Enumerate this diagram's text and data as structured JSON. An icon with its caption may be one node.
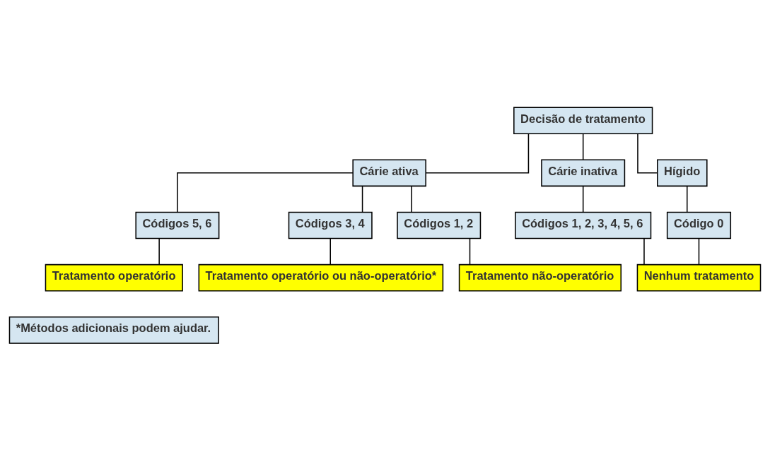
{
  "diagram": {
    "nodes": [
      {
        "text": [
          "Decisão de tratamento"
        ]
      },
      {
        "text": [
          "Cárie ativa"
        ]
      },
      {
        "text": [
          "Cárie inativa"
        ]
      },
      {
        "text": [
          "Hígido"
        ]
      },
      {
        "text": [
          "Códigos 5, 6"
        ]
      },
      {
        "text": [
          "Códigos 3, 4"
        ]
      },
      {
        "text": [
          "Códigos 1, 2"
        ]
      },
      {
        "text": [
          "Códigos 1, 2, 3, 4, 5, 6"
        ]
      },
      {
        "text": [
          "Código 0"
        ]
      },
      {
        "text": [
          "Tratamento operatório"
        ]
      },
      {
        "text": [
          "Tratamento operatório ou não-operatório*"
        ]
      },
      {
        "text": [
          "Tratamento não-operatório"
        ]
      },
      {
        "text": [
          "Nenhum tratamento"
        ]
      },
      {
        "text": [
          "*Métodos adicionais podem ajudar."
        ]
      }
    ],
    "edges": [
      {
        "from": 0,
        "to": 1,
        "arrow": "none"
      },
      {
        "from": 0,
        "to": 2,
        "arrow": "none"
      },
      {
        "from": 0,
        "to": 3,
        "arrow": "none"
      },
      {
        "from": 1,
        "to": 4,
        "arrow": "none"
      },
      {
        "from": 1,
        "to": 5,
        "arrow": "none"
      },
      {
        "from": 1,
        "to": 6,
        "arrow": "none"
      },
      {
        "from": 2,
        "to": 7,
        "arrow": "none"
      },
      {
        "from": 3,
        "to": 8,
        "arrow": "none"
      },
      {
        "from": 4,
        "to": 9,
        "arrow": "none"
      },
      {
        "from": 5,
        "to": 10,
        "arrow": "none"
      },
      {
        "from": 6,
        "to": 11,
        "arrow": "none"
      },
      {
        "from": 7,
        "to": 12,
        "arrow": "none"
      },
      {
        "from": 8,
        "to": 12,
        "arrow": "none"
      }
    ]
  }
}
